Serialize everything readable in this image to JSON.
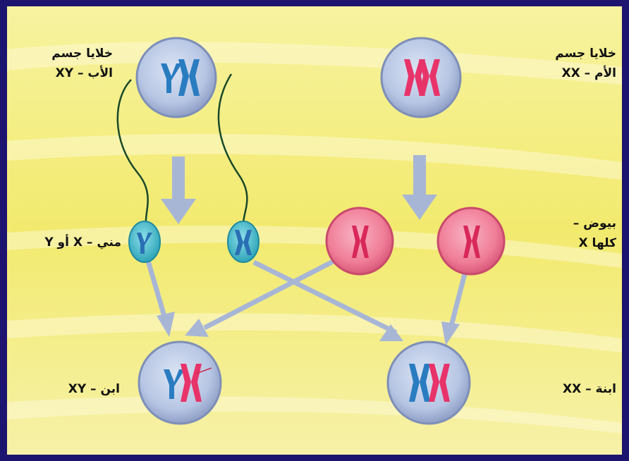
{
  "labels": {
    "mother_body_cells": {
      "line1": "خلايا جسم",
      "line2": "الأم – XX"
    },
    "father_body_cells": {
      "line1": "خلايا جسم",
      "line2": "الأب – XY"
    },
    "eggs": {
      "line1": "بيوض –",
      "line2": "كلها X"
    },
    "sperm": "مني – X أو Y",
    "daughter": "XX – ابنة",
    "son": "XY – ابن"
  },
  "colors": {
    "frame": "#1d1470",
    "background_yellow": "#f4ee7a",
    "body_cell": "#b9c8e6",
    "egg_cell": "#f27c98",
    "sperm_cell": "#3fb6c8",
    "x_chromosome_pink": "#e8336a",
    "x_chromosome_blue": "#2b78bd",
    "arrow": "#a8b6d6"
  },
  "icons": {
    "mother_cell": "xx-chromosome-cell-icon",
    "father_cell": "xy-chromosome-cell-icon",
    "egg": "x-chromosome-egg-icon",
    "sperm": "sperm-icon",
    "daughter_cell": "xx-chromosome-cell-icon",
    "son_cell": "xy-chromosome-cell-icon"
  }
}
